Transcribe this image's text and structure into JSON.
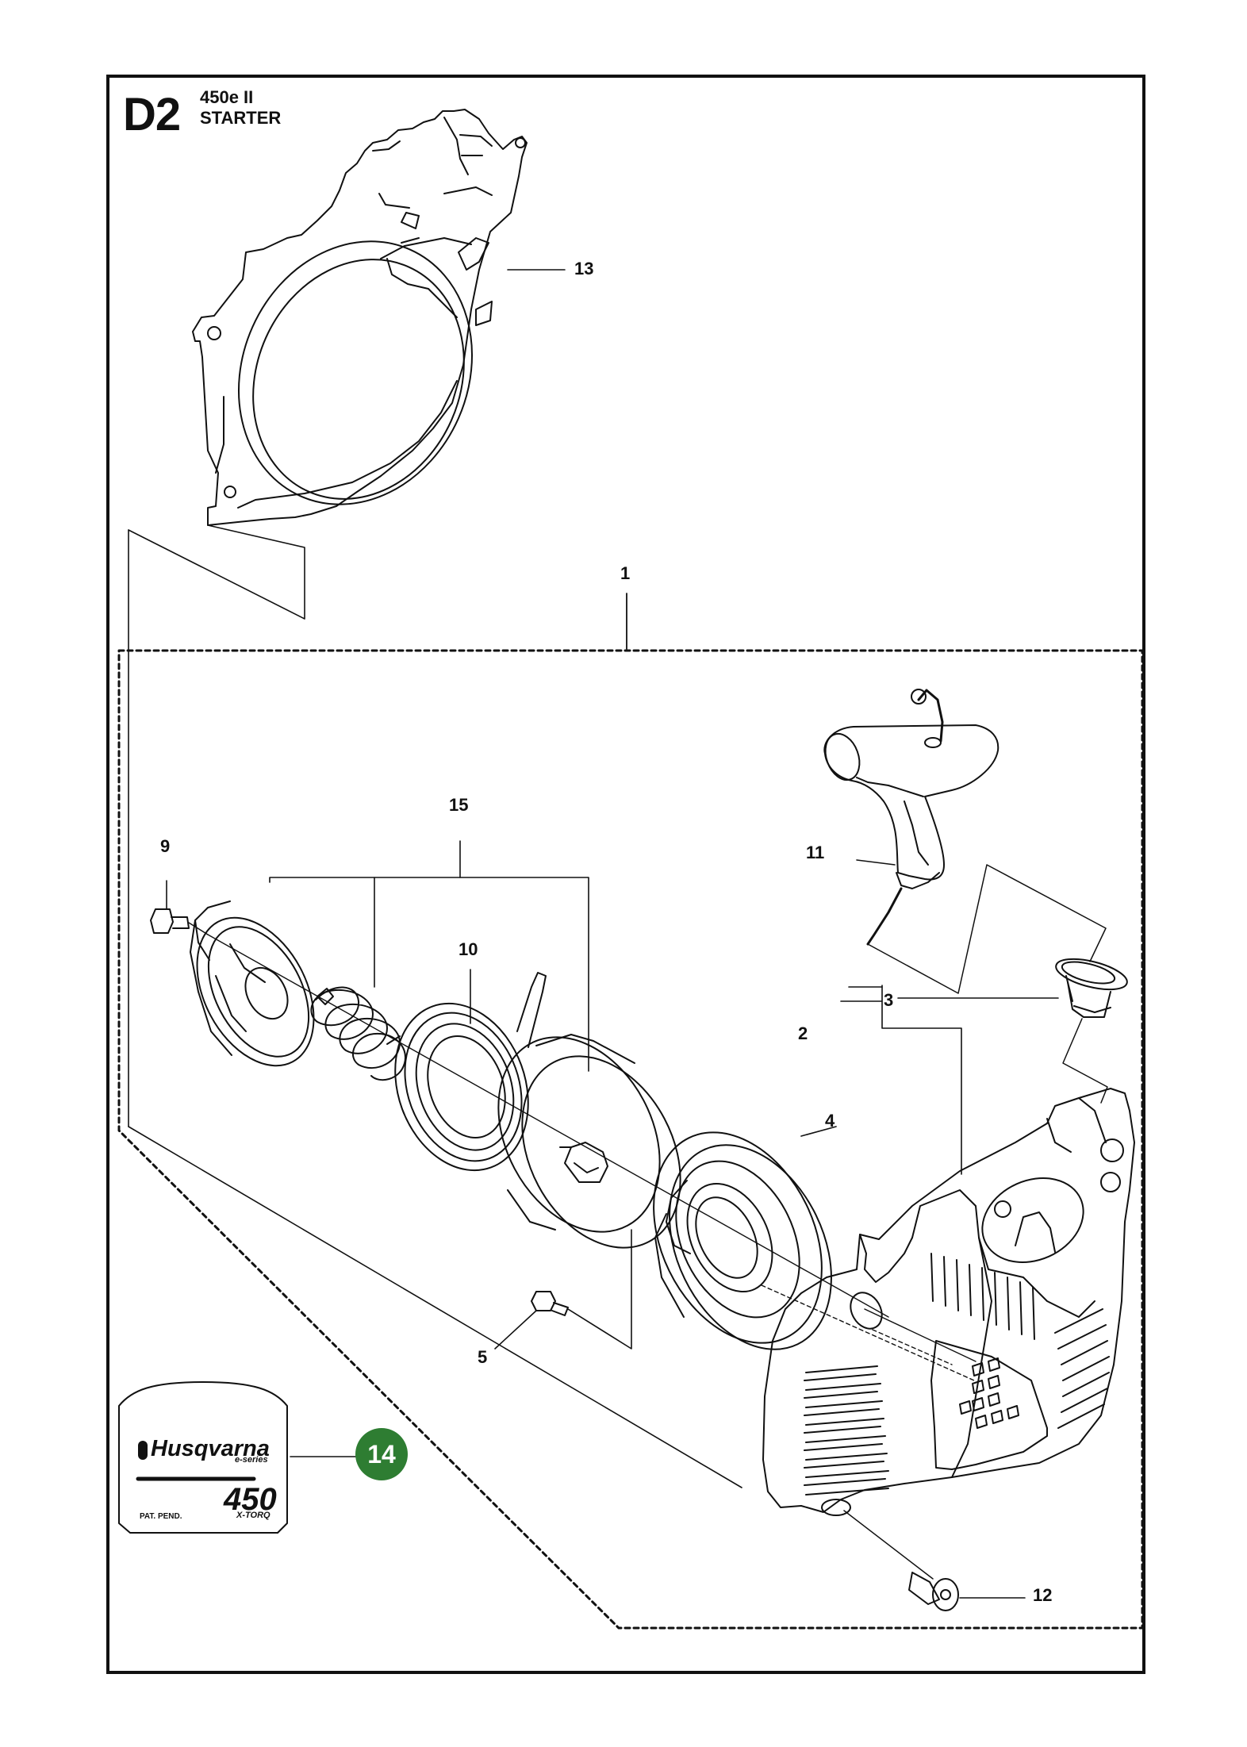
{
  "header": {
    "section_code": "D2",
    "model": "450e II",
    "title": "STARTER"
  },
  "callouts": [
    {
      "id": "1",
      "label": "1"
    },
    {
      "id": "2",
      "label": "2"
    },
    {
      "id": "3",
      "label": "3"
    },
    {
      "id": "4",
      "label": "4"
    },
    {
      "id": "5",
      "label": "5"
    },
    {
      "id": "9",
      "label": "9"
    },
    {
      "id": "10",
      "label": "10"
    },
    {
      "id": "11",
      "label": "11"
    },
    {
      "id": "12",
      "label": "12"
    },
    {
      "id": "13",
      "label": "13"
    },
    {
      "id": "14",
      "label": "14"
    },
    {
      "id": "15",
      "label": "15"
    }
  ],
  "decal": {
    "brand": "Husqvarna",
    "series": "e-series",
    "model": "450",
    "patent": "PAT. PEND.",
    "tag": "X-TORQ"
  },
  "colors": {
    "line": "#111111",
    "highlight_badge": "#2e7d32",
    "background": "#ffffff"
  }
}
